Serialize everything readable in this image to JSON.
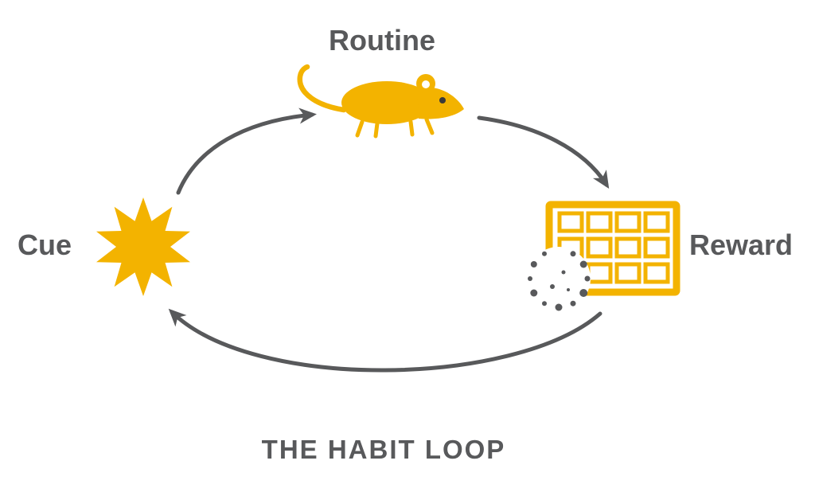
{
  "diagram": {
    "title": "THE HABIT LOOP",
    "nodes": [
      {
        "id": "cue",
        "label": "Cue",
        "icon": "starburst-icon"
      },
      {
        "id": "routine",
        "label": "Routine",
        "icon": "mouse-icon"
      },
      {
        "id": "reward",
        "label": "Reward",
        "icon": "bitten-chocolate-bar-icon"
      }
    ],
    "arrows": [
      {
        "from": "cue",
        "to": "routine"
      },
      {
        "from": "routine",
        "to": "reward"
      },
      {
        "from": "reward",
        "to": "cue"
      }
    ]
  },
  "colors": {
    "accent": "#F3B300",
    "gray": "#58595B",
    "background": "#FFFFFF",
    "eye-dark": "#3A3A3A"
  }
}
